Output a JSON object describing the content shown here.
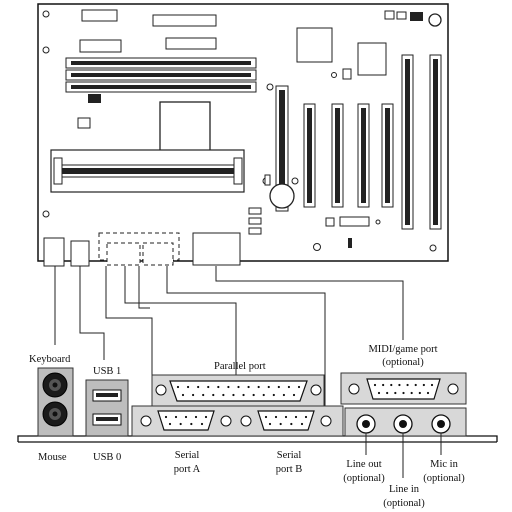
{
  "labels": {
    "keyboard": "Keyboard",
    "mouse": "Mouse",
    "usb1": "USB 1",
    "usb0": "USB 0",
    "parallel_port": "Parallel port",
    "serial_port_a_l1": "Serial",
    "serial_port_a_l2": "port A",
    "serial_port_b_l1": "Serial",
    "serial_port_b_l2": "port B",
    "midi_l1": "MIDI/game port",
    "midi_l2": "(optional)",
    "line_out_l1": "Line out",
    "line_out_l2": "(optional)",
    "line_in_l1": "Line in",
    "line_in_l2": "(optional)",
    "mic_in_l1": "Mic in",
    "mic_in_l2": "(optional)"
  }
}
